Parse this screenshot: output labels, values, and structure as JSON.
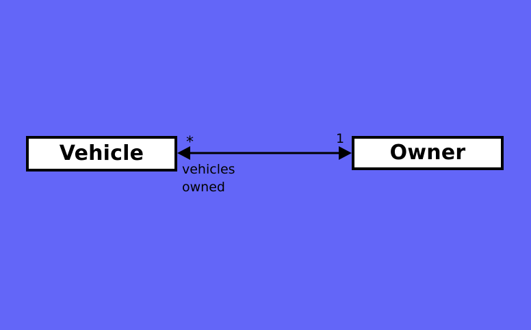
{
  "diagram": {
    "type": "uml-class-association",
    "background_color": "#6366f8",
    "stroke_color": "#000000",
    "box_fill_color": "#ffffff",
    "classes": [
      {
        "id": "vehicle",
        "name": "Vehicle"
      },
      {
        "id": "owner",
        "name": "Owner"
      }
    ],
    "association": {
      "source": "Vehicle",
      "target": "Owner",
      "direction": "bidirectional",
      "arrowhead_style": "filled-triangle",
      "multiplicity_at_vehicle": "*",
      "multiplicity_at_owner": "1",
      "role_label_line1": "vehicles",
      "role_label_line2": "owned"
    }
  }
}
